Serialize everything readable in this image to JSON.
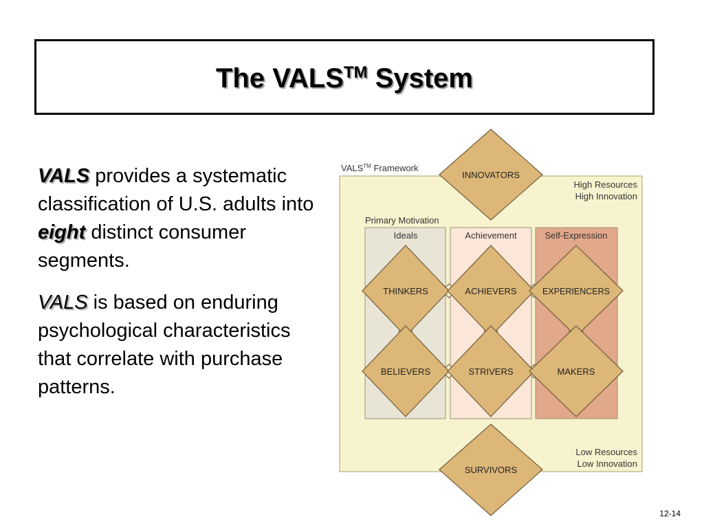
{
  "slide": {
    "title_main": "The VALS",
    "title_sup": "TM",
    "title_end": " System",
    "para1": {
      "kw": "VALS",
      "t1": " provides a systematic classification of U.S. adults into ",
      "kw2": "eight",
      "t2": " distinct consumer segments."
    },
    "para2": {
      "kw": "VALS",
      "t1": " is based on enduring psychological characteristics that correlate with purchase patterns."
    },
    "slide_number": "12-14"
  },
  "framework": {
    "label": "VALS",
    "label_sup": "TM",
    "label_end": " Framework",
    "high_1": "High Resources",
    "high_2": "High Innovation",
    "low_1": "Low Resources",
    "low_2": "Low Innovation",
    "primary_motivation": "Primary Motivation",
    "columns": [
      "Ideals",
      "Achievement",
      "Self-Expression"
    ],
    "segments": {
      "innovators": "INNOVATORS",
      "thinkers": "THINKERS",
      "achievers": "ACHIEVERS",
      "experiencers": "EXPERIENCERS",
      "believers": "BELIEVERS",
      "strivers": "STRIVERS",
      "makers": "MAKERS",
      "survivors": "SURVIVORS"
    },
    "colors": {
      "frame_fill": "#f7f3cf",
      "ideals_fill": "#e9e5d6",
      "achievement_fill": "#fbe6d7",
      "self_expression_fill": "#e2a88a",
      "diamond_fill": "#dcb778",
      "diamond_stroke": "#6f5a3a"
    }
  }
}
